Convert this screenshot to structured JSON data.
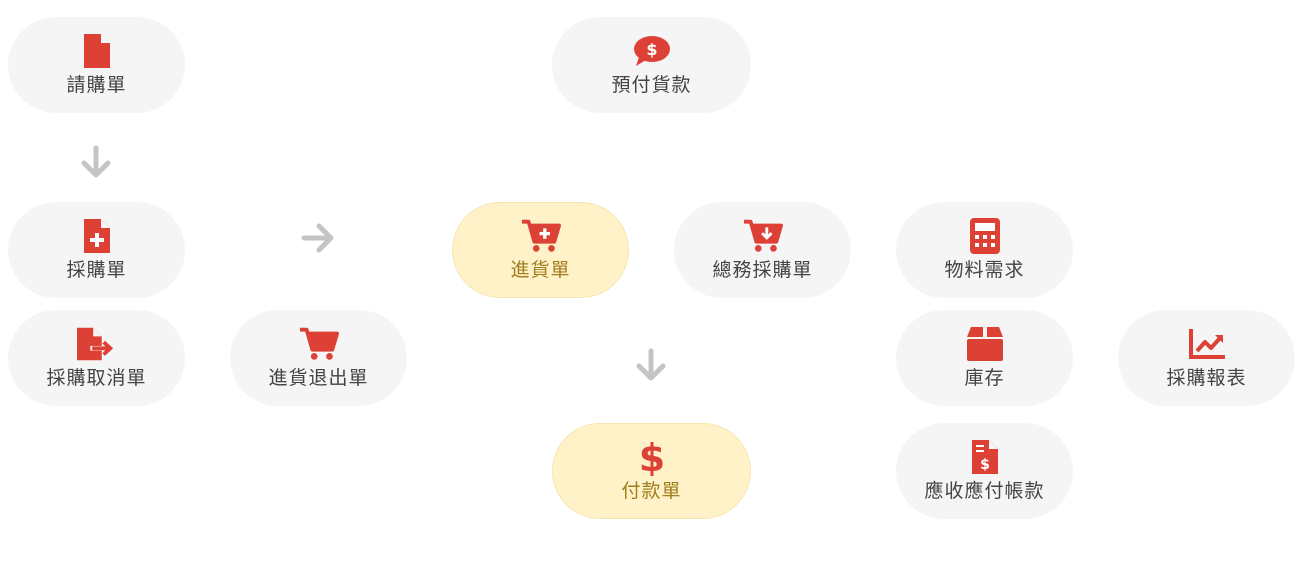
{
  "colors": {
    "icon": "#dd4136",
    "arrow": "#c4c4c4",
    "node_bg": "#f5f5f5",
    "node_highlight_bg": "#fff2c9",
    "highlight_text": "#a07e1c",
    "text": "#444444"
  },
  "nodes": [
    {
      "id": "purchase-request",
      "label": "請購單",
      "icon": "file-icon",
      "highlighted": false
    },
    {
      "id": "prepayment",
      "label": "預付貨款",
      "icon": "money-bubble-icon",
      "highlighted": false
    },
    {
      "id": "purchase-order",
      "label": "採購單",
      "icon": "file-plus-icon",
      "highlighted": false
    },
    {
      "id": "goods-receipt",
      "label": "進貨單",
      "icon": "cart-plus-icon",
      "highlighted": true
    },
    {
      "id": "general-purchase",
      "label": "總務採購單",
      "icon": "cart-download-icon",
      "highlighted": false
    },
    {
      "id": "material-requirement",
      "label": "物料需求",
      "icon": "calculator-icon",
      "highlighted": false
    },
    {
      "id": "purchase-cancel",
      "label": "採購取消單",
      "icon": "file-export-icon",
      "highlighted": false
    },
    {
      "id": "purchase-return",
      "label": "進貨退出單",
      "icon": "cart-icon",
      "highlighted": false
    },
    {
      "id": "inventory",
      "label": "庫存",
      "icon": "box-icon",
      "highlighted": false
    },
    {
      "id": "purchase-report",
      "label": "採購報表",
      "icon": "chart-line-icon",
      "highlighted": false
    },
    {
      "id": "payment",
      "label": "付款單",
      "icon": "dollar-icon",
      "highlighted": true
    },
    {
      "id": "ar-ap",
      "label": "應收應付帳款",
      "icon": "invoice-dollar-icon",
      "highlighted": false
    }
  ],
  "arrows": [
    {
      "from": "purchase-request",
      "to": "purchase-order",
      "direction": "down"
    },
    {
      "from": "purchase-order",
      "to": "goods-receipt",
      "direction": "right"
    },
    {
      "from": "goods-receipt",
      "to": "payment",
      "direction": "down"
    }
  ]
}
